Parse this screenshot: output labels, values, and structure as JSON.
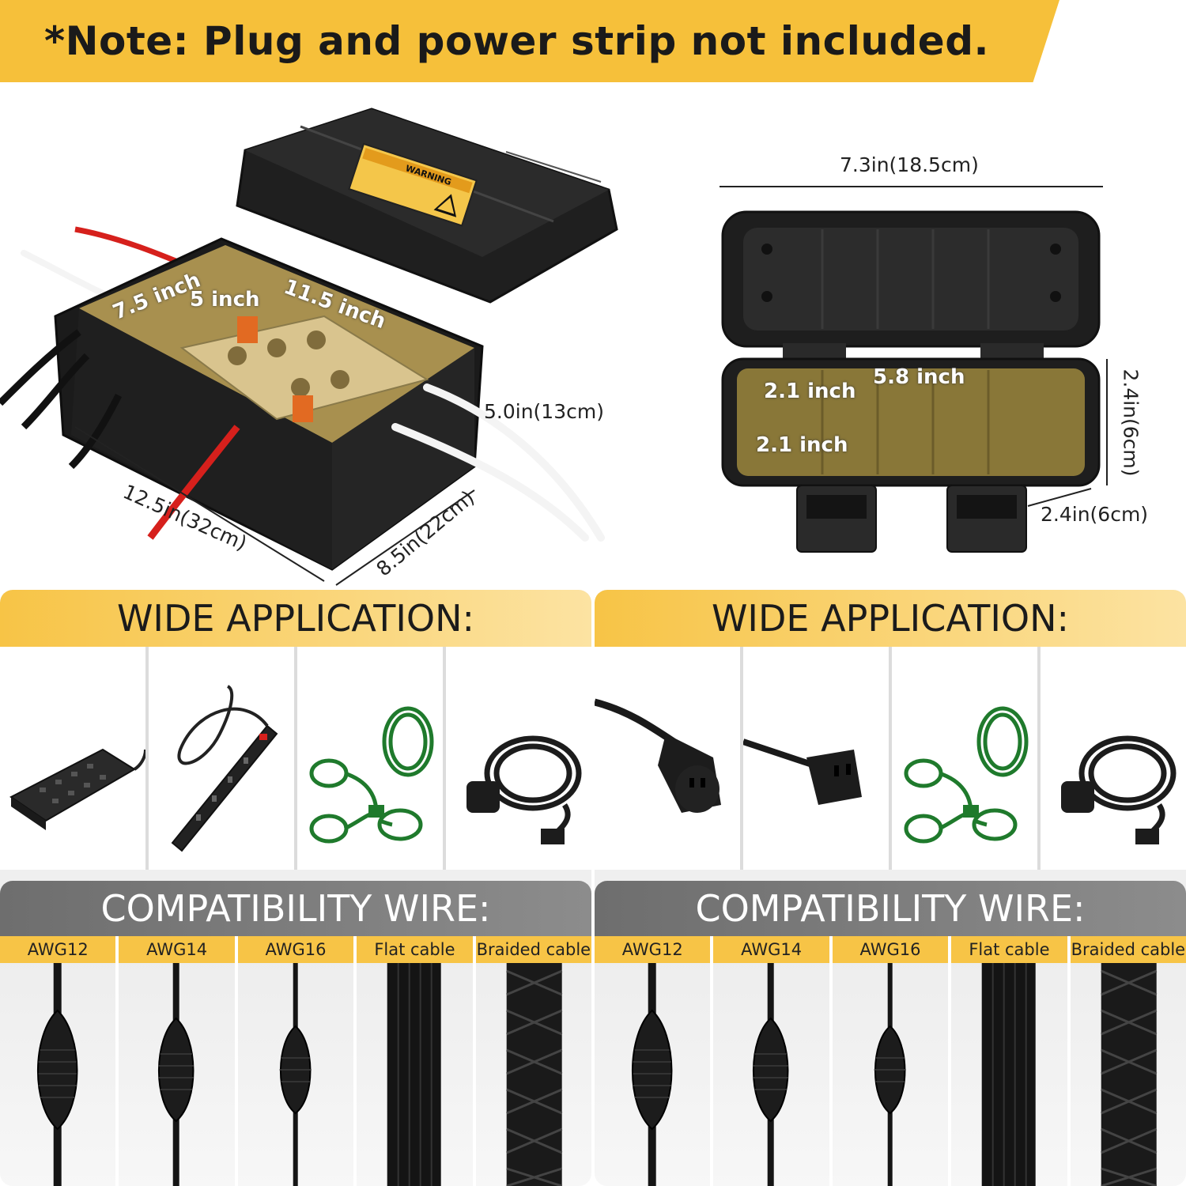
{
  "note": "*Note: Plug and power strip not included.",
  "box_dimensions": {
    "width_outer": "7.5 inch",
    "depth_inner": "5 inch",
    "length_inner": "11.5 inch",
    "height": "5.0in(13cm)",
    "length": "12.5in(32cm)",
    "width": "8.5in(22cm)"
  },
  "small_box_dimensions": {
    "top_length": "7.3in(18.5cm)",
    "inner_length": "5.8 inch",
    "inner_width_1": "2.1 inch",
    "inner_width_2": "2.1 inch",
    "side_height": "2.4in(6cm)",
    "bottom_width": "2.4in(6cm)"
  },
  "warning_label": "WARNING",
  "left_panel": {
    "application_title": "WIDE APPLICATION:",
    "applications": [
      "power-strip-flat-icon",
      "power-strip-long-icon",
      "green-extension-cord-icon",
      "black-extension-cord-icon"
    ],
    "compatibility_title": "COMPATIBILITY WIRE:",
    "wires": [
      "AWG12",
      "AWG14",
      "AWG16",
      "Flat cable",
      "Braided cable"
    ]
  },
  "right_panel": {
    "application_title": "WIDE APPLICATION:",
    "applications": [
      "single-outlet-cord-icon",
      "single-socket-cord-icon",
      "green-extension-cord-icon",
      "black-extension-cord-icon"
    ],
    "compatibility_title": "COMPATIBILITY WIRE:",
    "wires": [
      "AWG12",
      "AWG14",
      "AWG16",
      "Flat cable",
      "Braided cable"
    ]
  },
  "colors": {
    "accent_yellow": "#f6c03a",
    "gray_header": "#7a7a7a",
    "box_black": "#1e1e1e",
    "tint": "#9c8a3a"
  }
}
